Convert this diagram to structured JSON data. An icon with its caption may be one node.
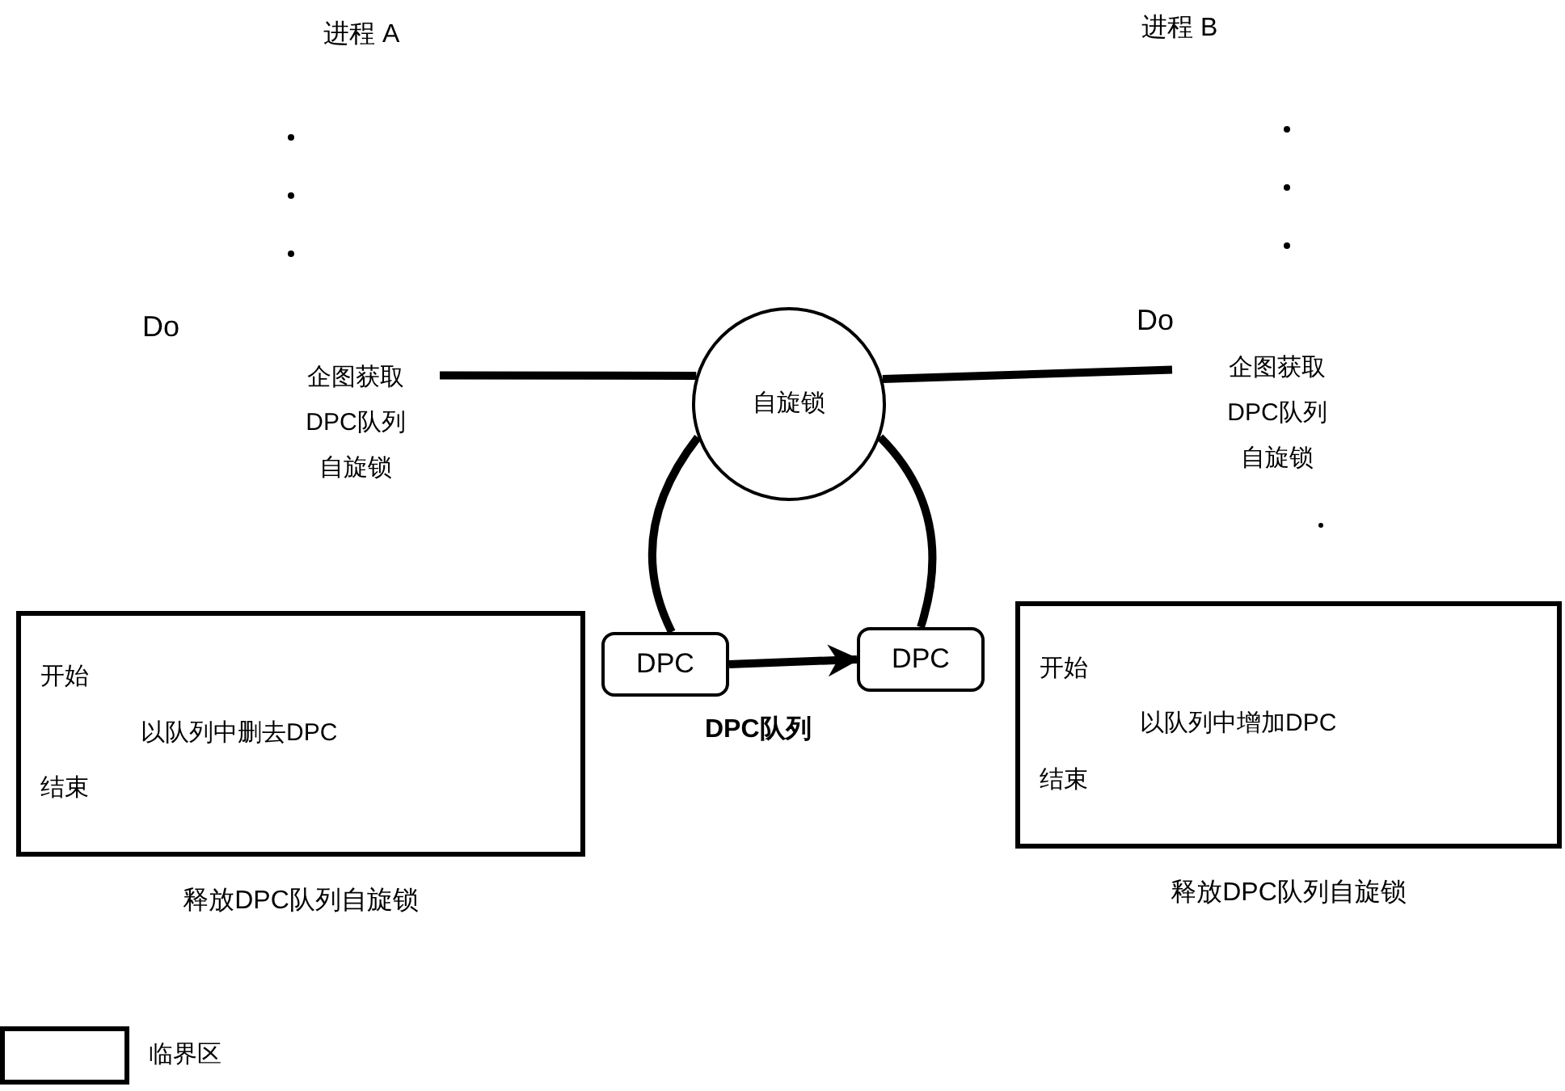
{
  "diagram": {
    "nodes": [
      {
        "text": [
          "企图获取DPC队列自旋锁"
        ]
      },
      {
        "text": [
          "自旋锁"
        ]
      },
      {
        "text": [
          "企图获取DPC队列自旋锁"
        ]
      },
      {
        "text": [
          "DPC"
        ]
      },
      {
        "text": [
          "DPC"
        ]
      },
      {
        "text": [
          "开始",
          "以队列中删去DPC",
          "结束"
        ],
        "beside": [
          "释放DPC队列自旋锁"
        ]
      },
      {
        "text": [
          "开始",
          "以队列中增加DPC",
          "结束"
        ],
        "beside": [
          "释放DPC队列自旋锁"
        ]
      }
    ],
    "edges": [
      {
        "from": 0,
        "to": 1,
        "arrow": "none"
      },
      {
        "from": 2,
        "to": 1,
        "arrow": "none"
      },
      {
        "from": 1,
        "to": 3,
        "arrow": "none"
      },
      {
        "from": 1,
        "to": 4,
        "arrow": "none"
      },
      {
        "from": 3,
        "to": 4,
        "arrow": "to"
      }
    ],
    "labels": [
      "进程 A",
      "进程 B",
      "Do",
      "Do",
      "DPC队列"
    ],
    "legend": [
      {
        "text": "临界区"
      }
    ]
  }
}
